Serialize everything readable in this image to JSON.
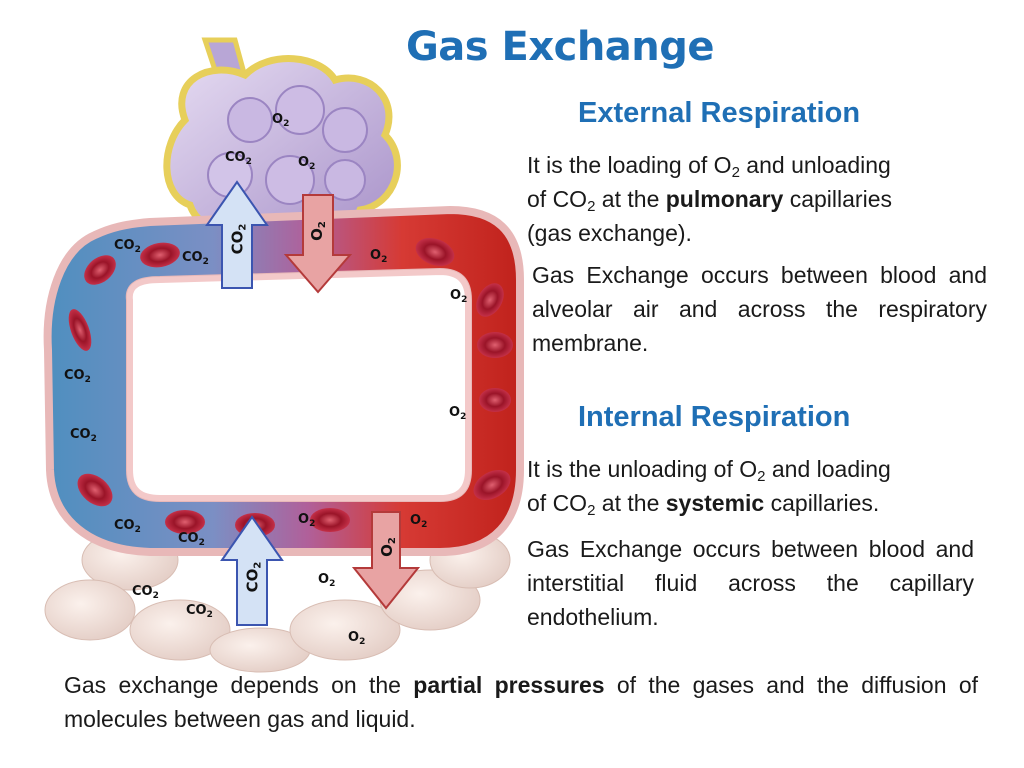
{
  "title": "Gas Exchange",
  "external": {
    "heading": "External Respiration",
    "line1_pre": "It is the loading of O",
    "line1_sub": "2",
    "line1_post": " and unloading",
    "line2_pre": "of CO",
    "line2_sub": "2",
    "line2_mid": " at the ",
    "line2_bold": "pulmonary",
    "line2_post": " capillaries",
    "line3": "(gas exchange).",
    "para2": "Gas Exchange occurs between blood and alveolar air and across the respiratory membrane."
  },
  "internal": {
    "heading": "Internal Respiration",
    "line1_pre": "It is the unloading of O",
    "line1_sub": "2",
    "line1_post": " and loading",
    "line2_pre": "of CO",
    "line2_sub": "2",
    "line2_mid": " at the ",
    "line2_bold": "systemic",
    "line2_post": " capillaries.",
    "para2": "Gas Exchange occurs between blood and interstitial fluid across the capillary endothelium."
  },
  "bottom": {
    "pre": "Gas exchange depends on the ",
    "bold": "partial pressures",
    "post": " of the gases and the diffusion of molecules between gas and liquid."
  },
  "labels": {
    "o2_base": "O",
    "co2_base": "CO",
    "sub": "2"
  },
  "colors": {
    "title": "#1f6fb5",
    "oxygenated": "#d9302a",
    "deoxygenated": "#5a9cc8",
    "co2_arrow": "#cfe0f7",
    "o2_arrow": "#e79a9a"
  }
}
